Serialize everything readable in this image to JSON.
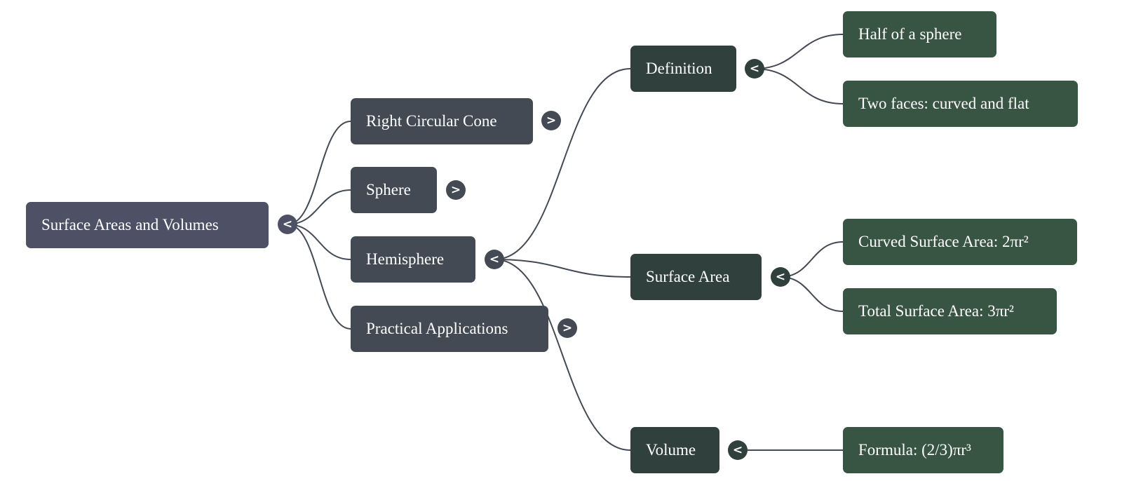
{
  "colors": {
    "root": "#4e5066",
    "level1": "#434a54",
    "level2": "#30413d",
    "level3": "#385443",
    "edge": "#434a54"
  },
  "root": {
    "label": "Surface Areas and Volumes",
    "toggle": "<"
  },
  "level1": [
    {
      "label": "Right Circular Cone",
      "toggle": ">"
    },
    {
      "label": "Sphere",
      "toggle": ">"
    },
    {
      "label": "Hemisphere",
      "toggle": "<"
    },
    {
      "label": "Practical Applications",
      "toggle": ">"
    }
  ],
  "level2": [
    {
      "label": "Definition",
      "toggle": "<"
    },
    {
      "label": "Surface Area",
      "toggle": "<"
    },
    {
      "label": "Volume",
      "toggle": "<"
    }
  ],
  "level3": [
    {
      "label": "Half of a sphere"
    },
    {
      "label": "Two faces: curved and flat"
    },
    {
      "label": "Curved Surface Area: 2πr²"
    },
    {
      "label": "Total Surface Area: 3πr²"
    },
    {
      "label": "Formula: (2/3)πr³"
    }
  ]
}
